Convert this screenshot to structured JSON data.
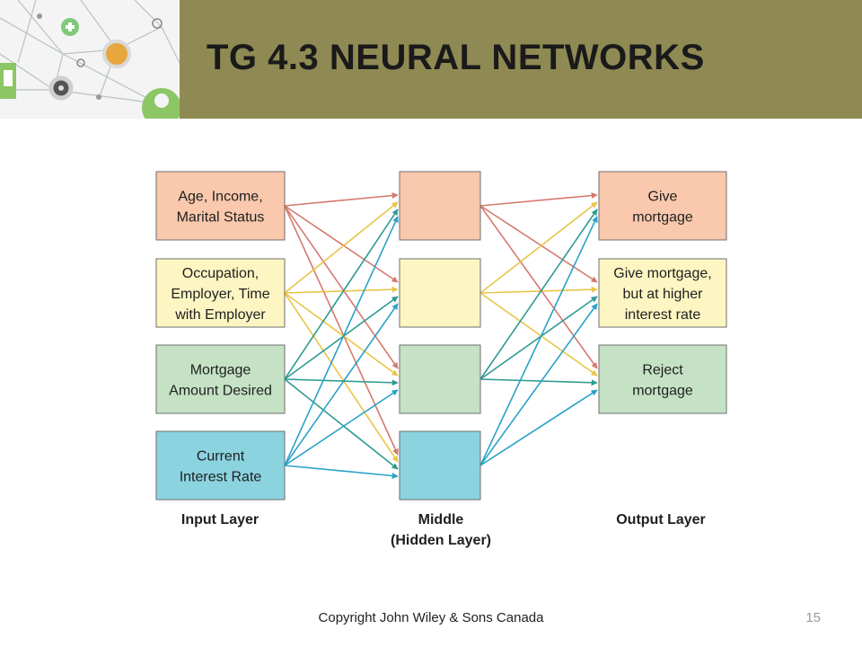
{
  "title": "TG 4.3  NEURAL NETWORKS",
  "footer": "Copyright John Wiley & Sons Canada",
  "page_number": "15",
  "header_image_icons": [
    "network-graphic-icon",
    "plus-icon",
    "rss-icon",
    "laptop-icon",
    "person-icon",
    "record-icon"
  ],
  "colors": {
    "title_bar": "#8f8a53",
    "node_peach": "#f9c8ad",
    "node_yellow": "#fdf6c3",
    "node_green": "#c5e2c4",
    "node_cyan": "#8bd3df",
    "edge_red": "#d47a6e",
    "edge_yellow": "#e8c548",
    "edge_teal": "#2f9b93",
    "edge_blue": "#2aa2c9"
  },
  "diagram": {
    "input_layer": {
      "label": "Input Layer",
      "nodes": [
        {
          "lines": [
            "Age, Income,",
            "Marital Status"
          ],
          "color": "#f9c8ad"
        },
        {
          "lines": [
            "Occupation,",
            "Employer, Time",
            "with Employer"
          ],
          "color": "#fdf6c3"
        },
        {
          "lines": [
            "Mortgage",
            "Amount Desired"
          ],
          "color": "#c5e2c4"
        },
        {
          "lines": [
            "Current",
            "Interest Rate"
          ],
          "color": "#8bd3df"
        }
      ]
    },
    "hidden_layer": {
      "label_lines": [
        "Middle",
        "(Hidden Layer)"
      ],
      "nodes": [
        {
          "color": "#f9c8ad"
        },
        {
          "color": "#fdf6c3"
        },
        {
          "color": "#c5e2c4"
        },
        {
          "color": "#8bd3df"
        }
      ]
    },
    "output_layer": {
      "label": "Output Layer",
      "nodes": [
        {
          "lines": [
            "Give",
            "mortgage"
          ],
          "color": "#f9c8ad"
        },
        {
          "lines": [
            "Give mortgage,",
            "but at higher",
            "interest rate"
          ],
          "color": "#fdf6c3"
        },
        {
          "lines": [
            "Reject",
            "mortgage"
          ],
          "color": "#c5e2c4"
        }
      ]
    },
    "edge_colors": [
      "#d47a6e",
      "#e8c548",
      "#2f9b93",
      "#2aa2c9"
    ]
  }
}
